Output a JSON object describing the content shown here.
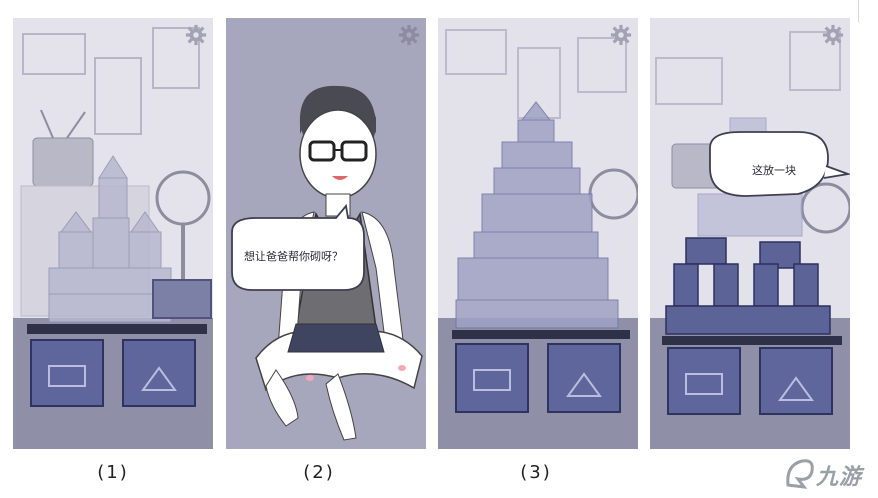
{
  "captions": [
    "(1)",
    "(2)",
    "(3)"
  ],
  "panel2": {
    "speech": "想让爸爸帮你砌呀？"
  },
  "panel4": {
    "speech": "这放一块"
  },
  "icons": {
    "settings": "gear-icon",
    "watermark": "jiuyou-logo"
  },
  "watermark": {
    "text": "九游"
  },
  "colors": {
    "block_blue": "#5b6397",
    "block_light": "#a8abc8",
    "floor": "#8d8fa8",
    "wall": "#d9d7e3",
    "shelf": "#2f3148"
  }
}
